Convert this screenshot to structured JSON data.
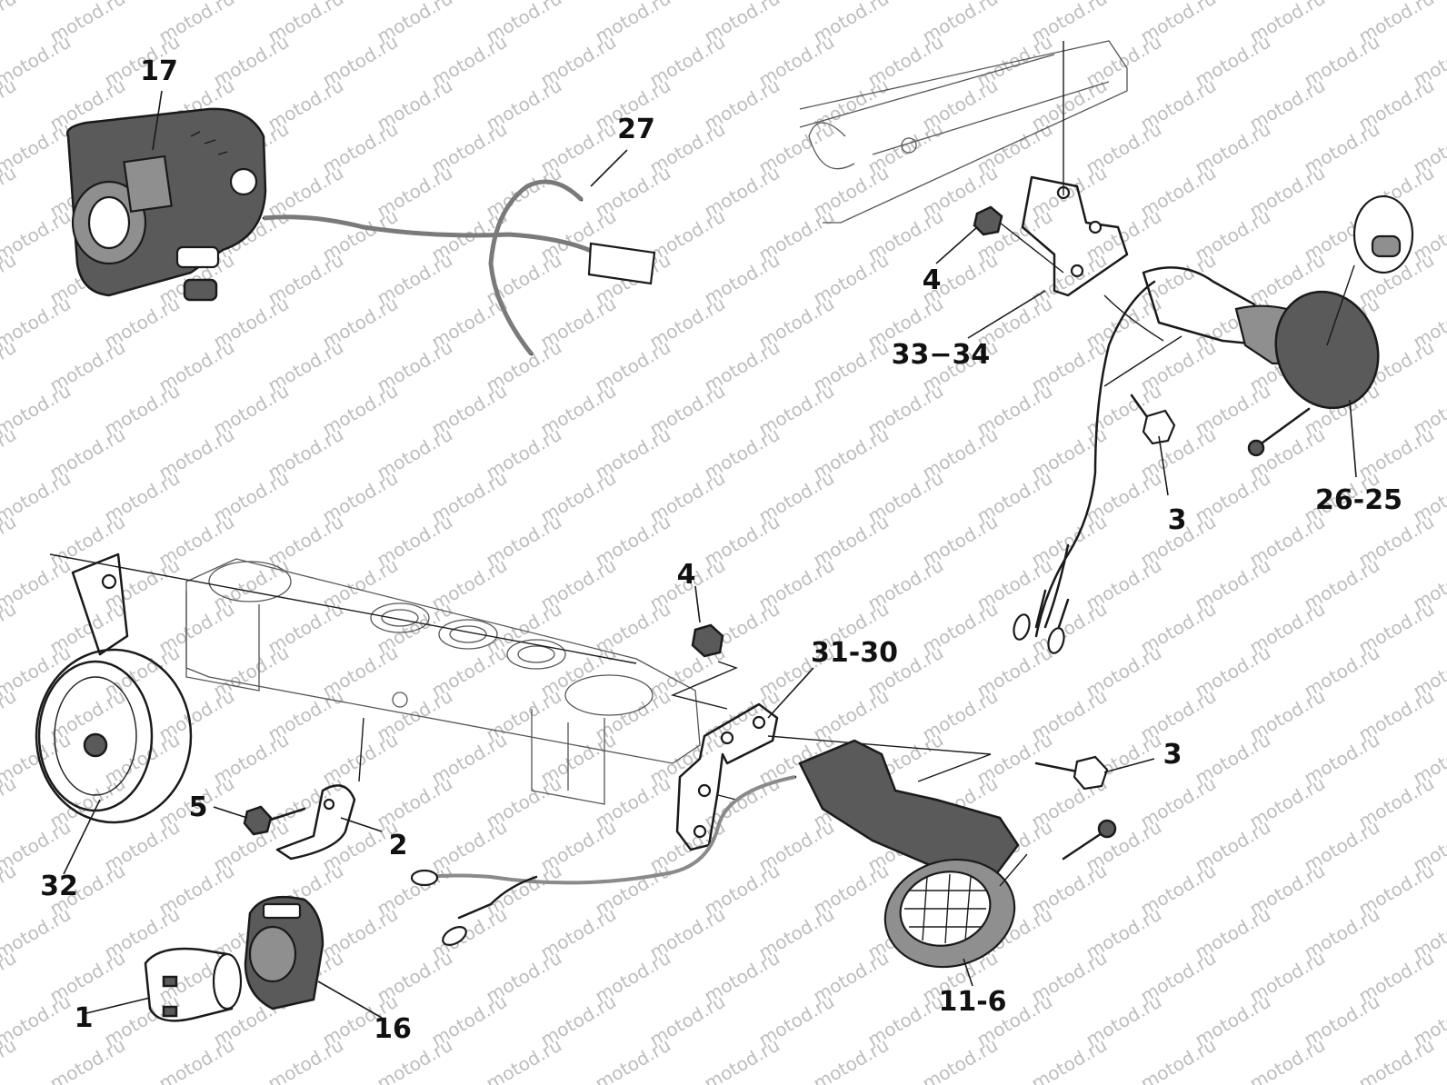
{
  "watermark": "motod.ru",
  "callouts": {
    "c17": "17",
    "c27": "27",
    "c4_top": "4",
    "c33_34": "33−34",
    "c3_top": "3",
    "c26_25": "26-25",
    "c4_mid": "4",
    "c31_30": "31-30",
    "c3_mid": "3",
    "c5": "5",
    "c2": "2",
    "c32": "32",
    "c1": "1",
    "c16": "16",
    "c11_6": "11-6"
  }
}
